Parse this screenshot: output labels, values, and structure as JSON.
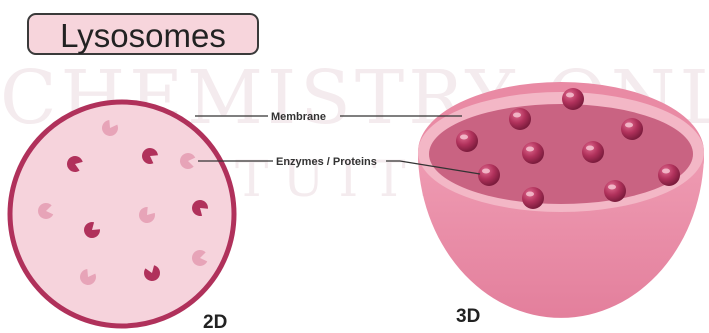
{
  "title": "Lysosomes",
  "watermark": {
    "line1": "CHEMISTRY ONLINE",
    "line2": "TUITION"
  },
  "labels": {
    "membrane": "Membrane",
    "enzymes": "Enzymes / Proteins"
  },
  "views": {
    "two_d": "2D",
    "three_d": "3D"
  },
  "colors": {
    "membrane": "#b0315b",
    "cytoplasm_2d": "#f6d3dc",
    "lumen_3d": "#c96382",
    "enzyme": "#b0315b",
    "enzyme_light": "#e7a4b8",
    "cup_outer": "#e891a8"
  }
}
